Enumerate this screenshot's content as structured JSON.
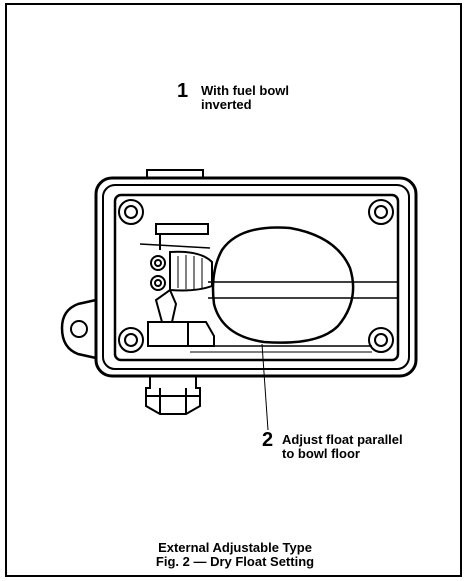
{
  "callouts": [
    {
      "number": "1",
      "lines": [
        "With fuel bowl",
        "inverted"
      ]
    },
    {
      "number": "2",
      "lines": [
        "Adjust float parallel",
        "to bowl floor"
      ]
    }
  ],
  "caption": {
    "line1": "External Adjustable Type",
    "line2": "Fig. 2 — Dry Float Setting"
  }
}
